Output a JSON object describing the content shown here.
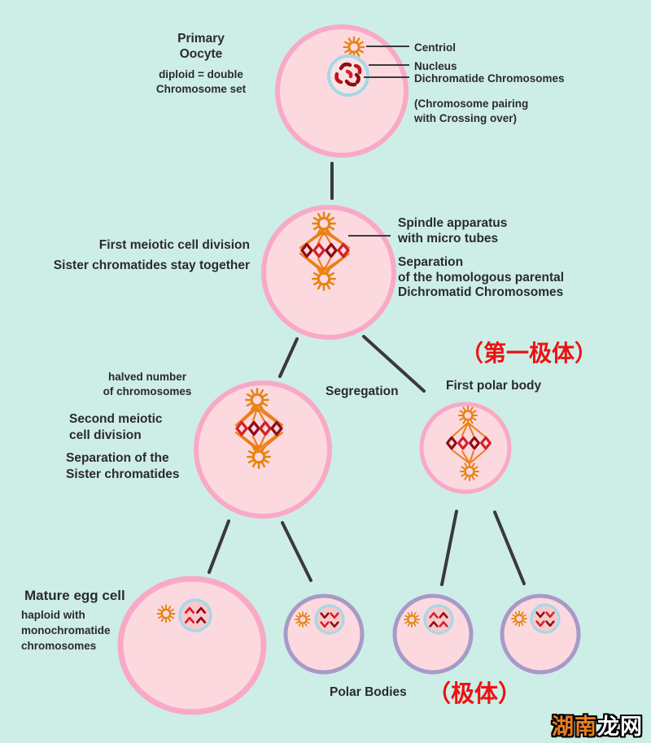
{
  "colors": {
    "background": "#cdeee7",
    "cell_fill": "#fbd9df",
    "cell_border_pink": "#f9a9c5",
    "polar_body_border_purple": "#a79ac8",
    "nucleus_ring_blue": "#a5d8e9",
    "nucleus_fill_pink": "#f8c9cb",
    "centriole_orange": "#e8830f",
    "spindle_orange": "#ed7d14",
    "chromosome_red": "#d42028",
    "chromosome_dark_red": "#8f0d14",
    "label_text": "#2b2b2b",
    "chinese_red": "#ee1111",
    "connector_gray": "#3a3a3a"
  },
  "primary_oocyte": {
    "title": "Primary\nOocyte",
    "subtitle": "diploid = double\nChromosome set",
    "callout_centriole": "Centriol",
    "callout_nucleus": "Nucleus",
    "callout_chromosomes": "Dichromatide Chromosomes",
    "note": "(Chromosome pairing\n with Crossing over)"
  },
  "first_meiosis": {
    "label_line1": "First meiotic cell division",
    "label_line2": "Sister chromatides stay together",
    "spindle_label": "Spindle apparatus\nwith micro tubes",
    "separation_label": "Separation\nof the homologous parental\nDichromatid Chromosomes"
  },
  "second_meiosis": {
    "halved_note": "halved number\nof chromosomes",
    "label": "Second meiotic\ncell division",
    "separation_label": "Separation of the\nSister chromatides",
    "segregation_label": "Segregation",
    "first_polar_body_label": "First polar body",
    "first_polar_body_chinese": "（第一极体）"
  },
  "final_stage": {
    "mature_egg_label": "Mature egg cell",
    "mature_egg_note": "haploid with\nmonochromatide\nchromosomes",
    "polar_bodies_label": "Polar Bodies",
    "polar_bodies_chinese": "（极体）"
  },
  "watermark": {
    "part1": "湖南",
    "part2": "龙网"
  }
}
